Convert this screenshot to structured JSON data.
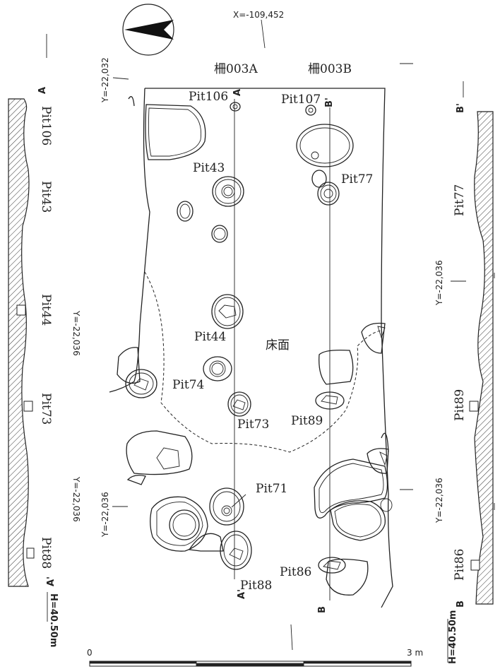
{
  "coordinates": {
    "x_top": "X=-109,452",
    "y_top_left": "Y=-22,032",
    "y_mid_left": "Y=-22,036",
    "y_low_left_a": "Y=-22,036",
    "y_low_left_b": "Y=-22,036",
    "y_right_mid": "Y=-22,036",
    "y_right_low": "Y=-22,036"
  },
  "fences": {
    "a": "柵003A",
    "b": "柵003B"
  },
  "floor_label": "床面",
  "sections": {
    "a_start": "A",
    "a_end": "A'",
    "b_start": "B",
    "b_end": "B'",
    "a_marker_top": "A",
    "a_marker_bottom": "A'",
    "b_marker_top": "B'",
    "b_marker_bottom": "B"
  },
  "pits": {
    "pit106": "Pit106",
    "pit107": "Pit107",
    "pit43": "Pit43",
    "pit77": "Pit77",
    "pit44": "Pit44",
    "pit74": "Pit74",
    "pit73": "Pit73",
    "pit89": "Pit89",
    "pit71": "Pit71",
    "pit86": "Pit86",
    "pit88": "Pit88"
  },
  "left_section_labels": [
    "Pit106",
    "Pit43",
    "Pit44",
    "Pit73",
    "Pit88"
  ],
  "right_section_labels": [
    "Pit77",
    "Pit89",
    "Pit86"
  ],
  "elevation": {
    "left": "H=40.50m",
    "right": "H=40.50m"
  },
  "scale": {
    "start": "0",
    "end": "3 m"
  },
  "north_arrow": "north-arrow-icon"
}
